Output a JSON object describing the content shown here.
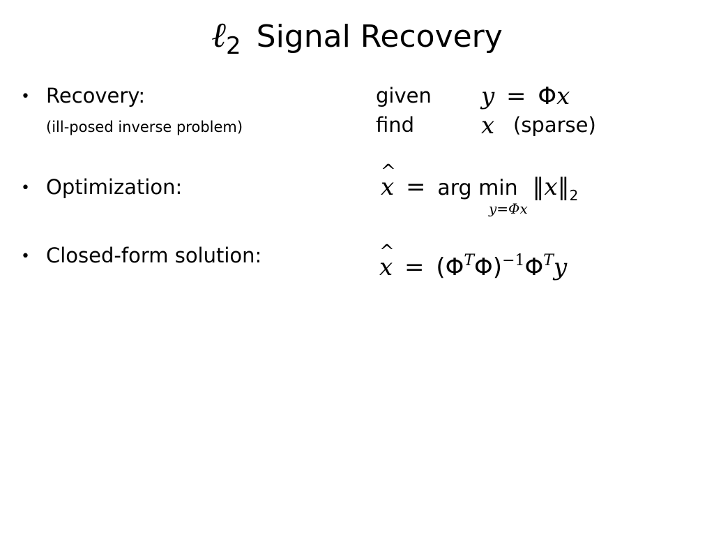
{
  "title": {
    "math_symbol": "ℓ",
    "math_subscript": "2",
    "text": "Signal Recovery"
  },
  "bullets": [
    {
      "bullet": "•",
      "label": "Recovery:",
      "sublabel": "(ill-posed inverse problem)",
      "given_keyword": "given",
      "find_keyword": "find",
      "given_eq": {
        "lhs": "y",
        "eq": "=",
        "phi": "Φ",
        "x": "x"
      },
      "find_var": "x",
      "find_note": "(sparse)"
    },
    {
      "bullet": "•",
      "label": "Optimization:",
      "eq": {
        "hat": "^",
        "xhat": "x",
        "eq": "=",
        "argmin": "arg min",
        "norm_open": "‖",
        "var": "x",
        "norm_close": "‖",
        "norm_sub": "2",
        "constraint": "y=Φx"
      }
    },
    {
      "bullet": "•",
      "label": "Closed-form solution:",
      "eq": {
        "hat": "^",
        "xhat": "x",
        "eq": "=",
        "open": "(",
        "phi1": "Φ",
        "t1": "T",
        "phi2": "Φ",
        "close": ")",
        "inv": "−1",
        "phi3": "Φ",
        "t2": "T",
        "y": "y"
      }
    }
  ]
}
